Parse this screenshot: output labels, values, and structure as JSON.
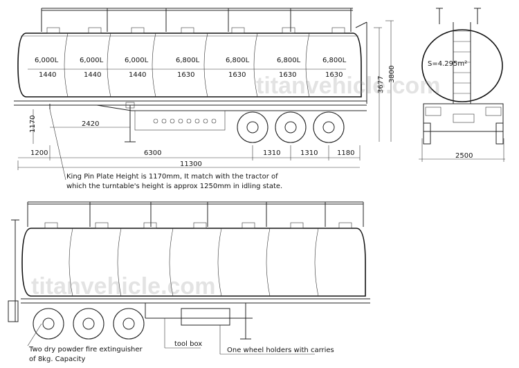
{
  "side_view": {
    "compartments": [
      {
        "capacity": "6,000L",
        "length": "1440"
      },
      {
        "capacity": "6,000L",
        "length": "1440"
      },
      {
        "capacity": "6,000L",
        "length": "1440"
      },
      {
        "capacity": "6,800L",
        "length": "1630"
      },
      {
        "capacity": "6,800L",
        "length": "1630"
      },
      {
        "capacity": "6,800L",
        "length": "1630"
      },
      {
        "capacity": "6,800L",
        "length": "1630"
      }
    ],
    "dims": {
      "king_pin_height": "1170",
      "front_overhang": "1200",
      "king_pin_to_axle": "6300",
      "overall_length": "11300",
      "support_dist": "2420",
      "axle_spacing_1": "1310",
      "axle_spacing_2": "1310",
      "rear_overhang": "1180",
      "tank_height": "3677",
      "overall_height": "3800"
    }
  },
  "end_view": {
    "tank_area": "S=4.295m²",
    "width": "2500"
  },
  "notes": {
    "king_pin_line1": "King Pin Plate Height is 1170mm, It match with the tractor of",
    "king_pin_line2": "which the turntable's height is approx 1250mm in idling state.",
    "fire_ext_line1": "Two dry powder fire extinguisher",
    "fire_ext_line2": "of 8kg. Capacity",
    "tool_box": "tool box",
    "wheel_holders": "One wheel holders with carries"
  },
  "watermark": "titanvehicle.com"
}
